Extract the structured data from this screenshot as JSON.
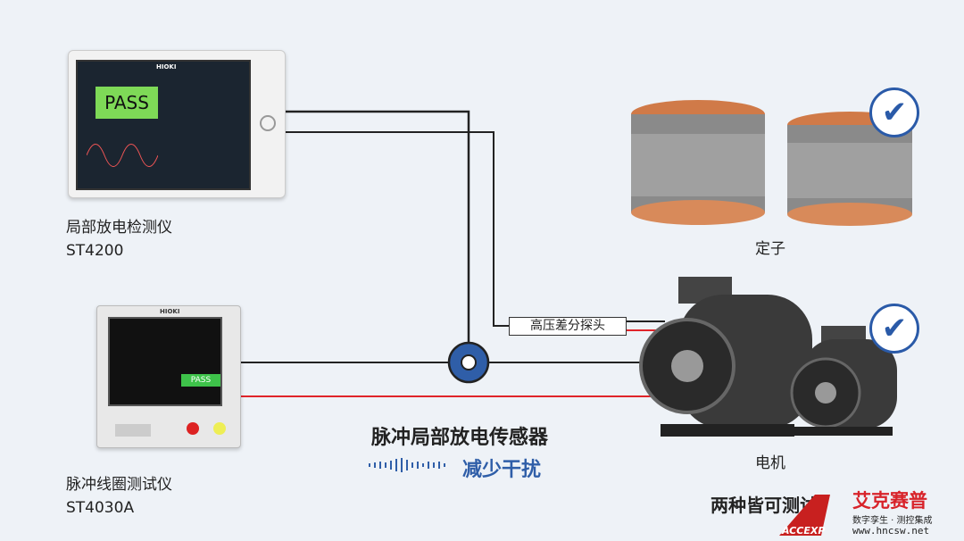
{
  "devices": {
    "st4200": {
      "name": "局部放电检测仪",
      "model": "ST4200",
      "screen_status": "PASS",
      "brand": "HIOKI"
    },
    "st4030a": {
      "name": "脉冲线圈测试仪",
      "model": "ST4030A",
      "screen_status": "PASS",
      "brand": "HIOKI"
    }
  },
  "probe_label": "高压差分探头",
  "sensor": {
    "title": "脉冲局部放电传感器",
    "subtitle": "减少干扰"
  },
  "stator_label": "定子",
  "motor_label": "电机",
  "footer": "两种皆可测试",
  "watermark": {
    "brand": "艾克赛普",
    "tagline": "数字孪生 · 测控集成",
    "url": "www.hncsw.net",
    "logo_text": "ACCEXP"
  },
  "colors": {
    "accent_blue": "#2f5ea8",
    "wire_red": "#e0242a",
    "wire_black": "#222222",
    "pass_green": "#7ed957"
  },
  "icons": [
    "check-icon"
  ]
}
